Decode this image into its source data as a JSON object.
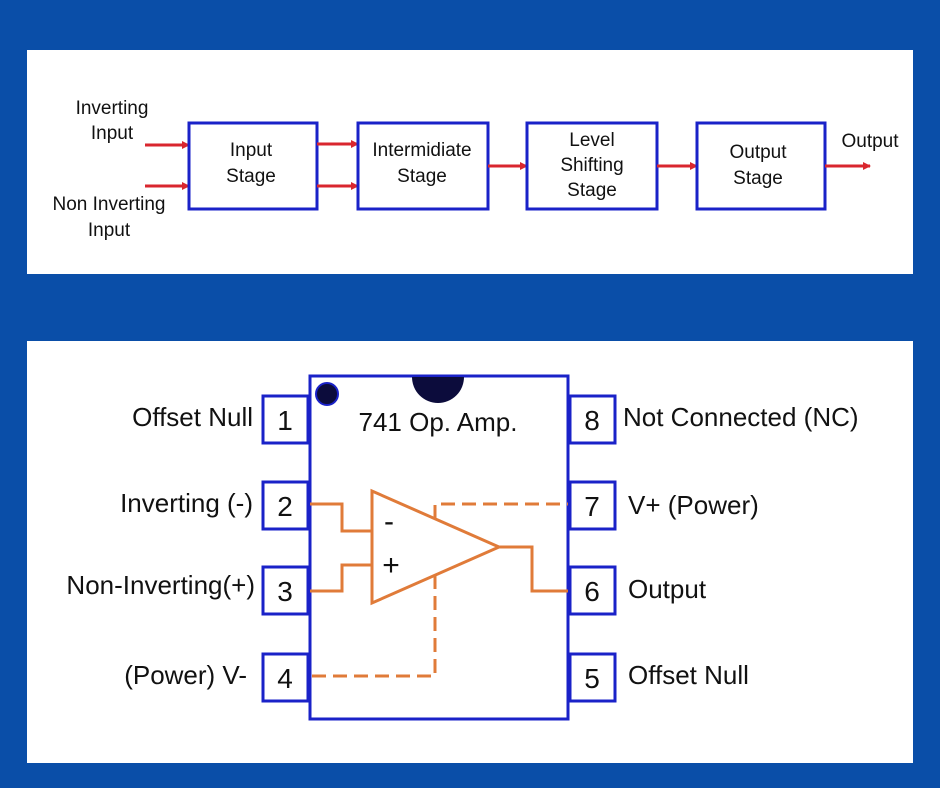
{
  "colors": {
    "background": "#0a4ea8",
    "panel": "#ffffff",
    "box_border": "#1a22c8",
    "arrow": "#d9262e",
    "opamp": "#e07b39"
  },
  "block_diagram": {
    "inputs": {
      "inverting": [
        "Inverting",
        "Input"
      ],
      "non_inverting": [
        "Non Inverting",
        "Input"
      ]
    },
    "stages": [
      {
        "lines": [
          "Input",
          "Stage"
        ]
      },
      {
        "lines": [
          "Intermidiate",
          "Stage"
        ]
      },
      {
        "lines": [
          "Level",
          "Shifting",
          "Stage"
        ]
      },
      {
        "lines": [
          "Output",
          "Stage"
        ]
      }
    ],
    "output": "Output"
  },
  "pinout": {
    "chip_label": "741 Op. Amp.",
    "opamp_minus": "-",
    "opamp_plus": "+",
    "left_pins": [
      {
        "number": "1",
        "label": "Offset Null"
      },
      {
        "number": "2",
        "label": "Inverting (-)"
      },
      {
        "number": "3",
        "label": "Non-Inverting(+)"
      },
      {
        "number": "4",
        "label": "(Power) V-"
      }
    ],
    "right_pins": [
      {
        "number": "8",
        "label": "Not Connected (NC)"
      },
      {
        "number": "7",
        "label": "V+ (Power)"
      },
      {
        "number": "6",
        "label": "Output"
      },
      {
        "number": "5",
        "label": "Offset Null"
      }
    ]
  }
}
